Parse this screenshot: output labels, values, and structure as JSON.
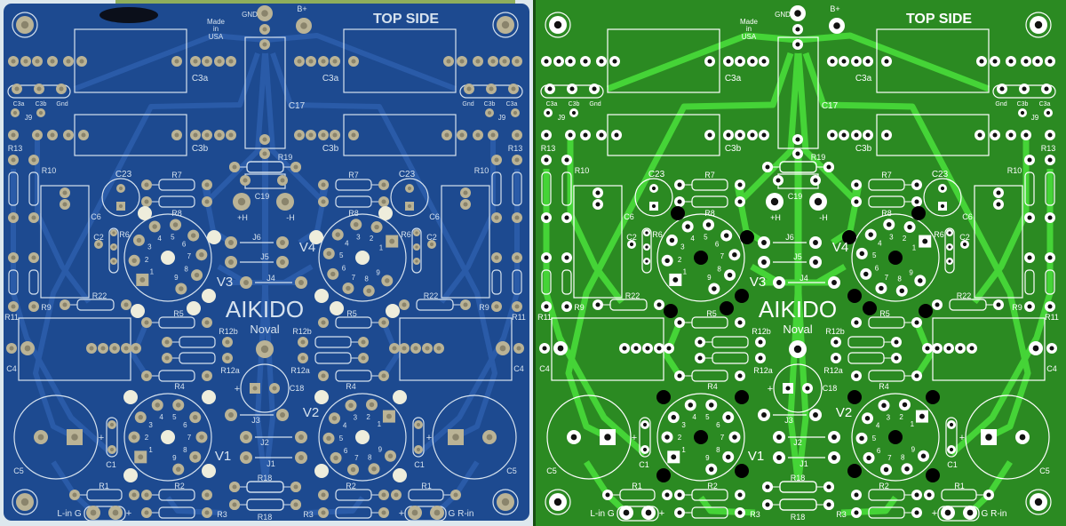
{
  "colors": {
    "photo_board": "#1d4a90",
    "photo_trace": "#2a5ba8",
    "photo_silk": "#d6e2ee",
    "photo_pad": "#bab396",
    "render_board": "#2b8a22",
    "render_trace": "#45d437",
    "render_silk": "#ffffff",
    "render_pad": "#ffffff"
  },
  "labels": {
    "top_side": "TOP SIDE",
    "made": "Made",
    "in": "in",
    "usa": "USA",
    "gnd_top": "GND",
    "bplus": "B+",
    "c3a": "C3a",
    "c3b": "C3b",
    "gnd": "Gnd",
    "j9": "J9",
    "c17": "C17",
    "r13": "R13",
    "r10": "R10",
    "r19": "R19",
    "c23": "C23",
    "r7": "R7",
    "r8": "R8",
    "c19": "C19",
    "c6": "C6",
    "plus_h": "+H",
    "minus_h": "-H",
    "c2": "C2",
    "r6": "R6",
    "j6": "J6",
    "j5": "J5",
    "j4": "J4",
    "j3": "J3",
    "j2": "J2",
    "j1": "J1",
    "v1": "V1",
    "v2": "V2",
    "v3": "V3",
    "v4": "V4",
    "r22": "R22",
    "r9": "R9",
    "r11": "R11",
    "brand": "AIKIDO",
    "subtitle": "Noval",
    "r5": "R5",
    "r12b": "R12b",
    "r12a": "R12a",
    "c4": "C4",
    "r4": "R4",
    "c18": "C18",
    "plus": "+",
    "c5": "C5",
    "c1": "C1",
    "r18": "R18",
    "r1": "R1",
    "r2": "R2",
    "r3": "R3",
    "l_in": "L-in G",
    "r_in": "G  R-in"
  },
  "pin_numbers": [
    "1",
    "2",
    "3",
    "4",
    "5",
    "6",
    "7",
    "8",
    "9"
  ]
}
